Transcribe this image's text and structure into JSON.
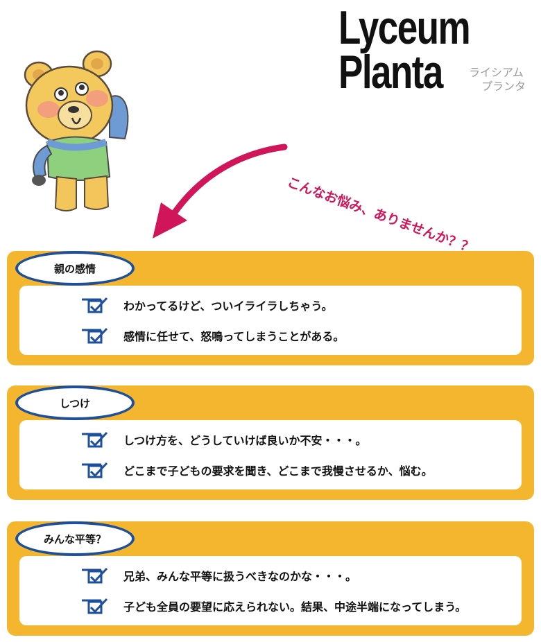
{
  "logo": {
    "line1": "Lyceum",
    "line2": "Planta",
    "kana_line1": "ライシアム",
    "kana_line2": "プランタ"
  },
  "headline": "こんなお悩み、ありませんか？？",
  "colors": {
    "panel": "#f5b62f",
    "tag_border": "#1e4f9a",
    "headline": "#d0155a",
    "check": "#1e4f9a"
  },
  "sections": [
    {
      "title": "親の感情",
      "items": [
        "わかってるけど、ついイライラしちゃう。",
        "感情に任せて、怒鳴ってしまうことがある。"
      ]
    },
    {
      "title": "しつけ",
      "items": [
        "しつけ方を、どうしていけば良いか不安・・・。",
        "どこまで子どもの要求を聞き、どこまで我慢させるか、悩む。"
      ]
    },
    {
      "title": "みんな平等？",
      "items": [
        "兄弟、みんな平等に扱うべきなのかな・・・。",
        "子ども全員の要望に応えられない。結果、中途半端になってしまう。"
      ]
    }
  ]
}
